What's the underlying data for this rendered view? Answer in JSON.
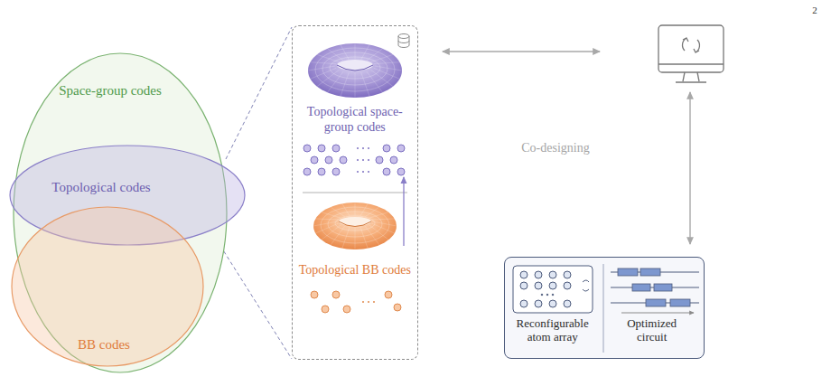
{
  "diagram": {
    "nodes": [
      {
        "text": [
          "Space-group codes"
        ]
      },
      {
        "text": [
          "Topological codes"
        ],
        "in": 0
      },
      {
        "text": [
          "BB codes"
        ],
        "in": 0
      },
      {
        "text": [
          "Topological space-group codes",
          "Topological BB codes"
        ]
      },
      {
        "text": [
          "Reconfigurable atom array",
          "Optimized circuit"
        ]
      }
    ],
    "labels": [
      "2",
      "Co-designing"
    ]
  }
}
